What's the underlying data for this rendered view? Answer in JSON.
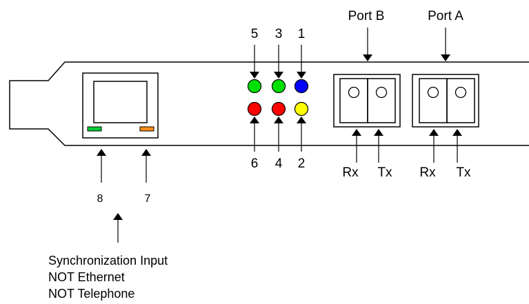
{
  "colors": {
    "line": "#000000",
    "led_green": "#00e000",
    "led_blue": "#0000ff",
    "led_red": "#ff0000",
    "led_yellow": "#ffff00",
    "rj45_green": "#00cc33",
    "rj45_orange": "#ff8c1a"
  },
  "port_labels": {
    "port_b": "Port B",
    "port_a": "Port A",
    "rx": "Rx",
    "tx": "Tx"
  },
  "leds": {
    "top_labels": [
      "5",
      "3",
      "1"
    ],
    "bottom_labels": [
      "6",
      "4",
      "2"
    ],
    "top_colors": [
      "green",
      "green",
      "blue"
    ],
    "bottom_colors": [
      "red",
      "red",
      "yellow"
    ]
  },
  "rj45": {
    "left_led_label": "8",
    "right_led_label": "7",
    "left_led_color": "green",
    "right_led_color": "orange"
  },
  "note": {
    "line1": "Synchronization Input",
    "line2": "NOT Ethernet",
    "line3": "NOT Telephone"
  }
}
